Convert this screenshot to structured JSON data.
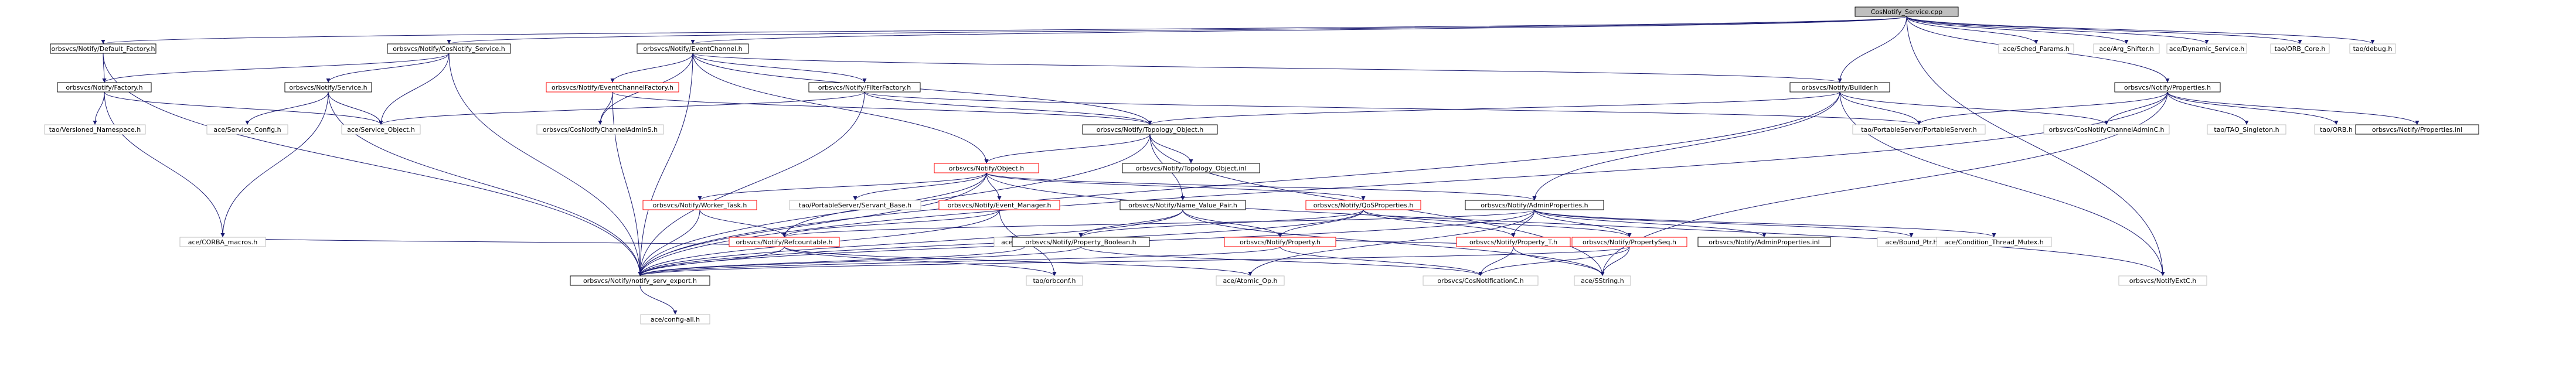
{
  "colors": {
    "background": "#ffffff",
    "node_fill": "#ffffff",
    "node_border_normal": "#000000",
    "node_border_linked": "#ff0000",
    "node_border_external": "#bfbfbf",
    "root_fill": "#bfbfbf",
    "edge": "#191970",
    "text": "#000000"
  },
  "nodes": [
    {
      "id": "root",
      "label": "CosNotify_Service.cpp",
      "kind": "root"
    },
    {
      "id": "default_factory",
      "label": "orbsvcs/Notify/Default_Factory.h",
      "kind": "normal"
    },
    {
      "id": "cosnotify_service",
      "label": "orbsvcs/Notify/CosNotify_Service.h",
      "kind": "normal"
    },
    {
      "id": "event_channel",
      "label": "orbsvcs/Notify/EventChannel.h",
      "kind": "normal"
    },
    {
      "id": "ace_sched_params",
      "label": "ace/Sched_Params.h",
      "kind": "external"
    },
    {
      "id": "ace_arg_shifter",
      "label": "ace/Arg_Shifter.h",
      "kind": "external"
    },
    {
      "id": "ace_dynamic_service",
      "label": "ace/Dynamic_Service.h",
      "kind": "external"
    },
    {
      "id": "tao_orb_core",
      "label": "tao/ORB_Core.h",
      "kind": "external"
    },
    {
      "id": "tao_debug",
      "label": "tao/debug.h",
      "kind": "external"
    },
    {
      "id": "notify_factory",
      "label": "orbsvcs/Notify/Factory.h",
      "kind": "normal"
    },
    {
      "id": "notify_service",
      "label": "orbsvcs/Notify/Service.h",
      "kind": "normal"
    },
    {
      "id": "event_channel_factory",
      "label": "orbsvcs/Notify/EventChannelFactory.h",
      "kind": "linked"
    },
    {
      "id": "filter_factory",
      "label": "orbsvcs/Notify/FilterFactory.h",
      "kind": "normal"
    },
    {
      "id": "builder",
      "label": "orbsvcs/Notify/Builder.h",
      "kind": "normal"
    },
    {
      "id": "properties",
      "label": "orbsvcs/Notify/Properties.h",
      "kind": "normal"
    },
    {
      "id": "tao_versioned_namespace",
      "label": "tao/Versioned_Namespace.h",
      "kind": "external"
    },
    {
      "id": "ace_service_config",
      "label": "ace/Service_Config.h",
      "kind": "external"
    },
    {
      "id": "ace_service_object",
      "label": "ace/Service_Object.h",
      "kind": "external"
    },
    {
      "id": "cos_notify_channel_admin_s",
      "label": "orbsvcs/CosNotifyChannelAdminS.h",
      "kind": "external"
    },
    {
      "id": "topology_object",
      "label": "orbsvcs/Notify/Topology_Object.h",
      "kind": "normal"
    },
    {
      "id": "tao_portable_server",
      "label": "tao/PortableServer/PortableServer.h",
      "kind": "external"
    },
    {
      "id": "cos_notify_channel_admin_c",
      "label": "orbsvcs/CosNotifyChannelAdminC.h",
      "kind": "external"
    },
    {
      "id": "tao_singleton",
      "label": "tao/TAO_Singleton.h",
      "kind": "external"
    },
    {
      "id": "tao_orb",
      "label": "tao/ORB.h",
      "kind": "external"
    },
    {
      "id": "properties_inl",
      "label": "orbsvcs/Notify/Properties.inl",
      "kind": "normal"
    },
    {
      "id": "notify_object",
      "label": "orbsvcs/Notify/Object.h",
      "kind": "linked"
    },
    {
      "id": "topology_object_inl",
      "label": "orbsvcs/Notify/Topology_Object.inl",
      "kind": "normal"
    },
    {
      "id": "worker_task",
      "label": "orbsvcs/Notify/Worker_Task.h",
      "kind": "linked"
    },
    {
      "id": "servant_base",
      "label": "tao/PortableServer/Servant_Base.h",
      "kind": "external"
    },
    {
      "id": "event_manager",
      "label": "orbsvcs/Notify/Event_Manager.h",
      "kind": "linked"
    },
    {
      "id": "name_value_pair",
      "label": "orbsvcs/Notify/Name_Value_Pair.h",
      "kind": "normal"
    },
    {
      "id": "qos_properties",
      "label": "orbsvcs/Notify/QoSProperties.h",
      "kind": "linked"
    },
    {
      "id": "admin_properties",
      "label": "orbsvcs/Notify/AdminProperties.h",
      "kind": "normal"
    },
    {
      "id": "ace_corba_macros",
      "label": "ace/CORBA_macros.h",
      "kind": "external"
    },
    {
      "id": "refcountable",
      "label": "orbsvcs/Notify/Refcountable.h",
      "kind": "linked"
    },
    {
      "id": "ace_vector_t",
      "label": "ace/Vector_T.h",
      "kind": "external"
    },
    {
      "id": "property_boolean",
      "label": "orbsvcs/Notify/Property_Boolean.h",
      "kind": "normal"
    },
    {
      "id": "property",
      "label": "orbsvcs/Notify/Property.h",
      "kind": "linked"
    },
    {
      "id": "property_t",
      "label": "orbsvcs/Notify/Property_T.h",
      "kind": "linked"
    },
    {
      "id": "property_seq",
      "label": "orbsvcs/Notify/PropertySeq.h",
      "kind": "linked"
    },
    {
      "id": "admin_properties_inl",
      "label": "orbsvcs/Notify/AdminProperties.inl",
      "kind": "normal"
    },
    {
      "id": "ace_bound_ptr",
      "label": "ace/Bound_Ptr.h",
      "kind": "external"
    },
    {
      "id": "ace_condition_thread_mutex",
      "label": "ace/Condition_Thread_Mutex.h",
      "kind": "external"
    },
    {
      "id": "notify_serv_export",
      "label": "orbsvcs/Notify/notify_serv_export.h",
      "kind": "normal"
    },
    {
      "id": "tao_orbconf",
      "label": "tao/orbconf.h",
      "kind": "external"
    },
    {
      "id": "ace_atomic_op",
      "label": "ace/Atomic_Op.h",
      "kind": "external"
    },
    {
      "id": "cos_notification_c",
      "label": "orbsvcs/CosNotificationC.h",
      "kind": "external"
    },
    {
      "id": "ace_sstring",
      "label": "ace/SString.h",
      "kind": "external"
    },
    {
      "id": "notify_ext_c",
      "label": "orbsvcs/NotifyExtC.h",
      "kind": "external"
    },
    {
      "id": "ace_config_all",
      "label": "ace/config-all.h",
      "kind": "external"
    }
  ]
}
